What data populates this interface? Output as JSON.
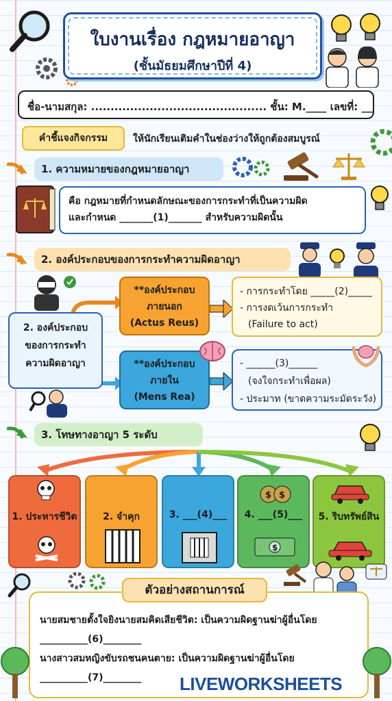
{
  "title": {
    "main": "ใบงานเรื่อง กฎหมายอาญา",
    "sub": "(ชั้นมัธยมศึกษาปีที่ 4)"
  },
  "name_row": "ชื่อ-นามสกุล: ............................................. ชั้น: M.____ เลขที่: ____",
  "instruction": {
    "label": "คำชี้แจงกิจกรรม",
    "text": "ให้นักเรียนเติมคำในช่องว่างให้ถูกต้องสมบูรณ์"
  },
  "section1": {
    "heading": "1. ความหมายของกฎหมายอาญา",
    "line1": "คือ กฎหมายที่กำหนดลักษณะของการกระทำที่เป็นความผิด",
    "line2": "และกำหนด _______(1)_______ สำหรับความผิดนั้น"
  },
  "section2": {
    "heading": "2. องค์ประกอบของการกระทำความผิดอาญา",
    "main_box": [
      "2. องค์ประกอบ",
      "ของการกระทำ",
      "ความผิดอาญา"
    ],
    "outer": {
      "lines": [
        "**องค์ประกอบ",
        "ภายนอก",
        "(Actus Reus)"
      ],
      "details": [
        "- การกระทำโดย _____(2)_____",
        "- การงดเว้นการกระทำ",
        "  (Failure to act)"
      ]
    },
    "inner": {
      "lines": [
        "**องค์ประกอบ",
        "ภายใน",
        "(Mens Rea)"
      ],
      "details": [
        "- ______(3)______",
        "  (จงใจกระทำเพื่อผล)",
        "- ประมาท (ขาดความระมัดระวัง)"
      ]
    }
  },
  "section3": {
    "heading": "3. โทษทางอาญา 5 ระดับ",
    "cards": [
      "1. ประหารชีวิต",
      "2. จำคุก",
      "3. ___(4)___",
      "4. ___(5)___",
      "5. ริบทรัพย์สิน"
    ]
  },
  "scenario": {
    "title": "ตัวอย่างสถานการณ์",
    "lines": [
      "นายสมชายตั้งใจยิงนายสมคิดเสียชีวิต: เป็นความผิดฐานฆ่าผู้อื่นโดย",
      "__________(6)________",
      "นางสาวสมหญิงขับรถชนคนตาย: เป็นความผิดฐานฆ่าผู้อื่นโดย",
      "__________(7)________"
    ]
  },
  "watermark": "LIVEWORKSHEETS",
  "colors": {
    "primary": "#1f4fa3",
    "orange": "#f7a332",
    "blue": "#3ba7dc",
    "green": "#5cb85c",
    "red": "#ef6b3d",
    "yellow": "#ffe79a"
  }
}
